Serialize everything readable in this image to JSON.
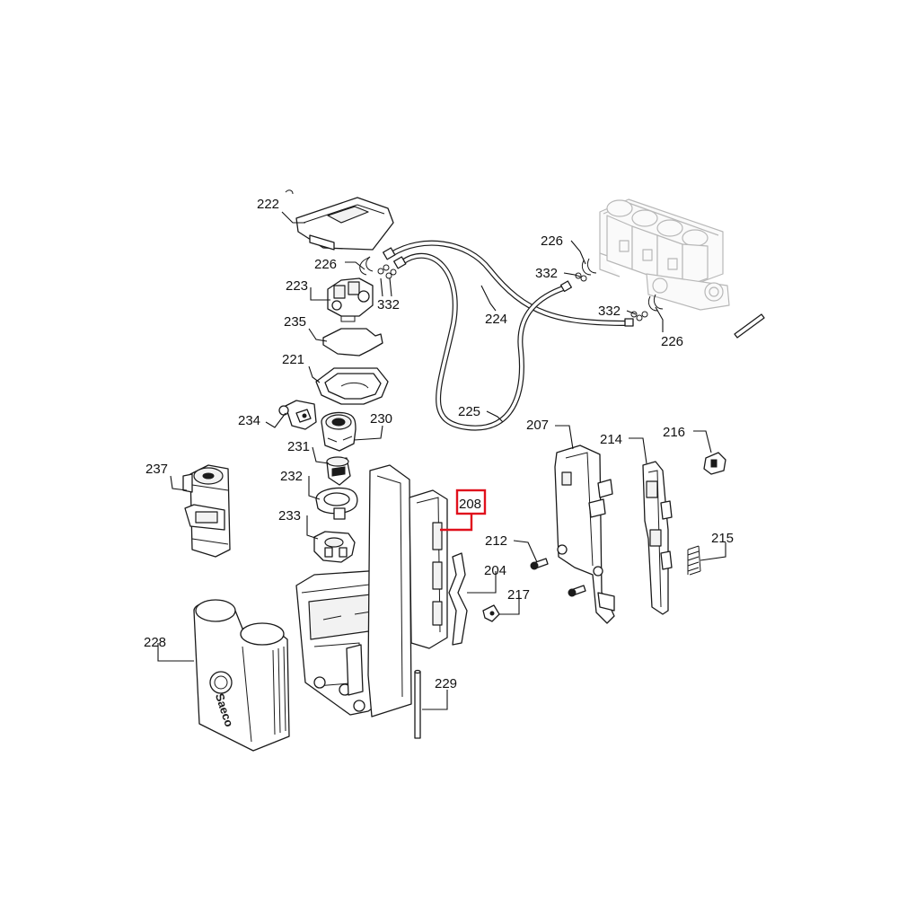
{
  "highlight_color": "#e0101c",
  "highlighted_part": "208",
  "brand_text": "Saeco",
  "labels": {
    "l222": "222",
    "l226a": "226",
    "l332a": "332",
    "l223": "223",
    "l235": "235",
    "l221": "221",
    "l234": "234",
    "l230": "230",
    "l231": "231",
    "l232": "232",
    "l233": "233",
    "l237": "237",
    "l228": "228",
    "l224": "224",
    "l225": "225",
    "l226b": "226",
    "l332b": "332",
    "l332c": "332",
    "l226c": "226",
    "l207": "207",
    "l214": "214",
    "l216": "216",
    "l208": "208",
    "l212": "212",
    "l204": "204",
    "l217": "217",
    "l215": "215",
    "l229": "229"
  }
}
